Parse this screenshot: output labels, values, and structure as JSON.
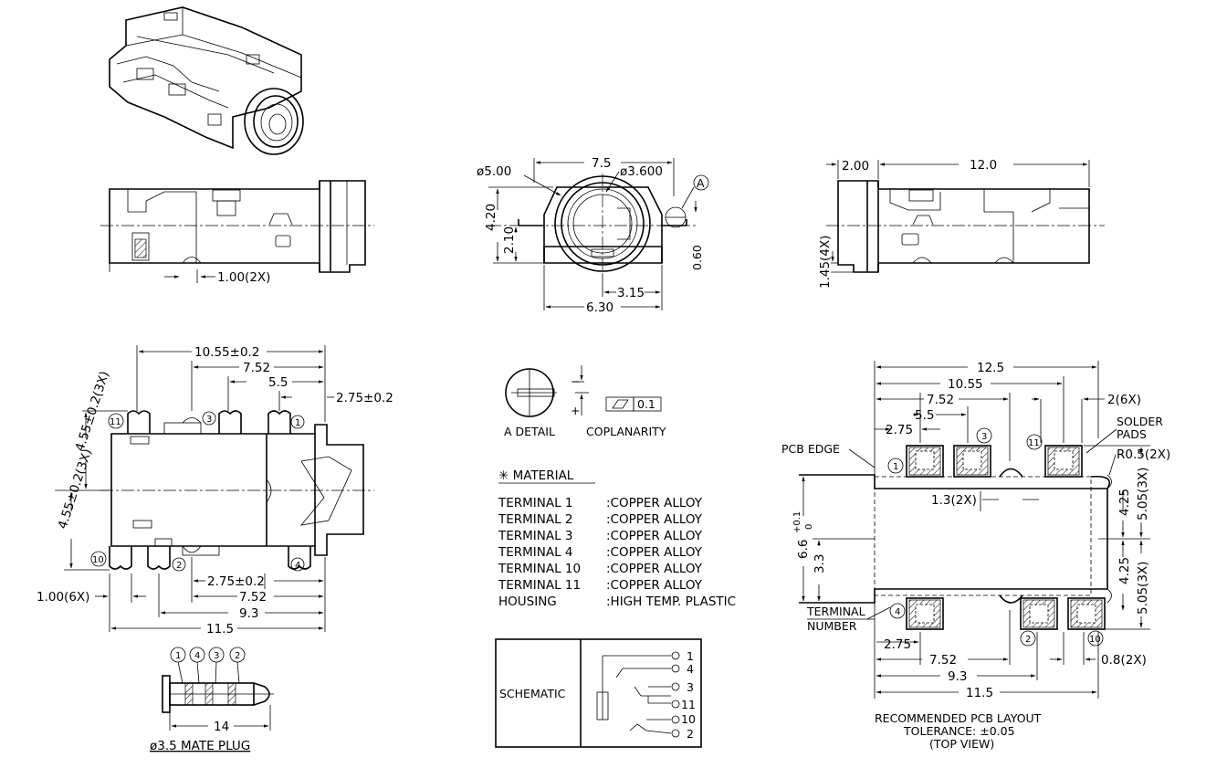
{
  "side_view": {
    "dim_pitch": "1.00(2X)"
  },
  "front_view": {
    "dim_width": "7.5",
    "dim_outer_dia": "ø5.00",
    "dim_inner_dia": "ø3.600",
    "detail_ref": "A",
    "dim_height": "4.20",
    "dim_center": "2.10",
    "dim_gap": "0.60",
    "dim_half": "3.15",
    "dim_base": "6.30"
  },
  "right_view": {
    "dim_flange": "2.00",
    "dim_length": "12.0",
    "dim_offset": "1.45(4X)"
  },
  "top_view": {
    "dim_10_55": "10.55±0.2",
    "dim_7_52": "7.52",
    "dim_5_5": "5.5",
    "dim_2_75_top": "2.75±0.2",
    "dim_left_upper": "4.55±0.2(3X)",
    "dim_left_lower": "4.55±0.2(3X)",
    "dim_pin_width": "1.00(6X)",
    "dim_2_75_bottom": "2.75±0.2",
    "dim_7_52_bottom": "7.52",
    "dim_9_3": "9.3",
    "dim_11_5": "11.5",
    "terminals": [
      "11",
      "3",
      "1",
      "10",
      "2",
      "4"
    ]
  },
  "plug": {
    "ring_labels": [
      "1",
      "4",
      "3",
      "2"
    ],
    "dim_length": "14",
    "caption": "ø3.5 MATE PLUG"
  },
  "detail": {
    "caption_a": "A DETAIL",
    "caption_b": "COPLANARITY",
    "coplanarity_value": "0.1"
  },
  "material": {
    "heading": "✳ MATERIAL",
    "rows": [
      {
        "name": "TERMINAL  1",
        "value": ":COPPER  ALLOY"
      },
      {
        "name": "TERMINAL  2",
        "value": ":COPPER  ALLOY"
      },
      {
        "name": "TERMINAL  3",
        "value": ":COPPER  ALLOY"
      },
      {
        "name": "TERMINAL  4",
        "value": ":COPPER  ALLOY"
      },
      {
        "name": "TERMINAL  10",
        "value": ":COPPER  ALLOY"
      },
      {
        "name": "TERMINAL  11",
        "value": ":COPPER  ALLOY"
      },
      {
        "name": "HOUSING",
        "value": ":HIGH  TEMP.  PLASTIC"
      }
    ]
  },
  "schematic": {
    "label": "SCHEMATIC",
    "pins": [
      "1",
      "4",
      "3",
      "11",
      "10",
      "2"
    ]
  },
  "pcb": {
    "dim_12_5": "12.5",
    "dim_10_55": "10.55",
    "dim_7_52": "7.52",
    "dim_5_5": "5.5",
    "dim_2_75_top": "2.75",
    "dim_2_6x": "2(6X)",
    "solder_pads_1": "SOLDER",
    "solder_pads_2": "PADS",
    "pcb_edge": "PCB EDGE",
    "dim_r05": "R0.5(2X)",
    "dim_1_3": "1.3(2X)",
    "dim_4_25_top": "4.25",
    "dim_5_05_top": "5.05(3X)",
    "dim_4_25_bottom": "4.25",
    "dim_5_05_bottom": "5.05(3X)",
    "dim_6_6_main": "6.6",
    "dim_6_6_tol_up": "+0.1",
    "dim_6_6_tol_down": "0",
    "dim_3_3": "3.3",
    "terminal_label_1": "TERMINAL",
    "terminal_label_2": "NUMBER",
    "dim_2_75_bottom": "2.75",
    "dim_7_52_bottom": "7.52",
    "dim_9_3": "9.3",
    "dim_11_5": "11.5",
    "dim_0_8": "0.8(2X)",
    "terminals": [
      "1",
      "3",
      "11",
      "4",
      "2",
      "10"
    ],
    "caption_1": "RECOMMENDED  PCB  LAYOUT",
    "caption_2": "TOLERANCE: ±0.05",
    "caption_3": "(TOP  VIEW)"
  }
}
